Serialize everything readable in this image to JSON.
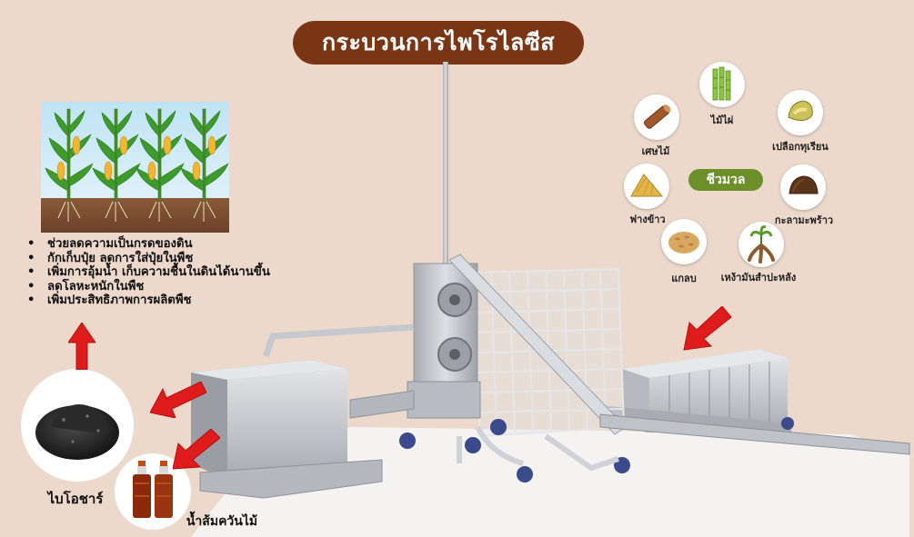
{
  "title": "กระบวนการไพโรไลซีส",
  "benefits": [
    "ช่วยลดความเป็นกรดของดิน",
    "กักเก็บปุ๋ย ลดการใส่ปุ๋ยในพืช",
    "เพิ่มการอุ้มน้ำ เก็บความชื้นในดินได้นานขึ้น",
    "ลดโลหะหนักในพืช",
    "เพิ่มประสิทธิภาพการผลิตพืช"
  ],
  "products": {
    "biochar": "ไบโอชาร์",
    "wood_vinegar": "น้ำส้มควันไม้"
  },
  "biomass": {
    "center": "ชีวมวล",
    "items": [
      {
        "label": "ไม้ไผ่",
        "icon": "bamboo-icon"
      },
      {
        "label": "เปลือกทุเรียน",
        "icon": "durian-peel-icon"
      },
      {
        "label": "กะลามะพร้าว",
        "icon": "coconut-shell-icon"
      },
      {
        "label": "เหง้ามันสำปะหลัง",
        "icon": "cassava-rhizome-icon"
      },
      {
        "label": "แกลบ",
        "icon": "rice-husk-icon"
      },
      {
        "label": "ฟางข้าว",
        "icon": "rice-straw-icon"
      },
      {
        "label": "เศษไม้",
        "icon": "wood-scrap-icon"
      }
    ]
  },
  "colors": {
    "background": "#ecd9cb",
    "title_pill": "#7a3515",
    "arrow_red": "#e01b1b",
    "badge_green": "#6d8f2a",
    "machine_gray": "#c4c7cc"
  }
}
